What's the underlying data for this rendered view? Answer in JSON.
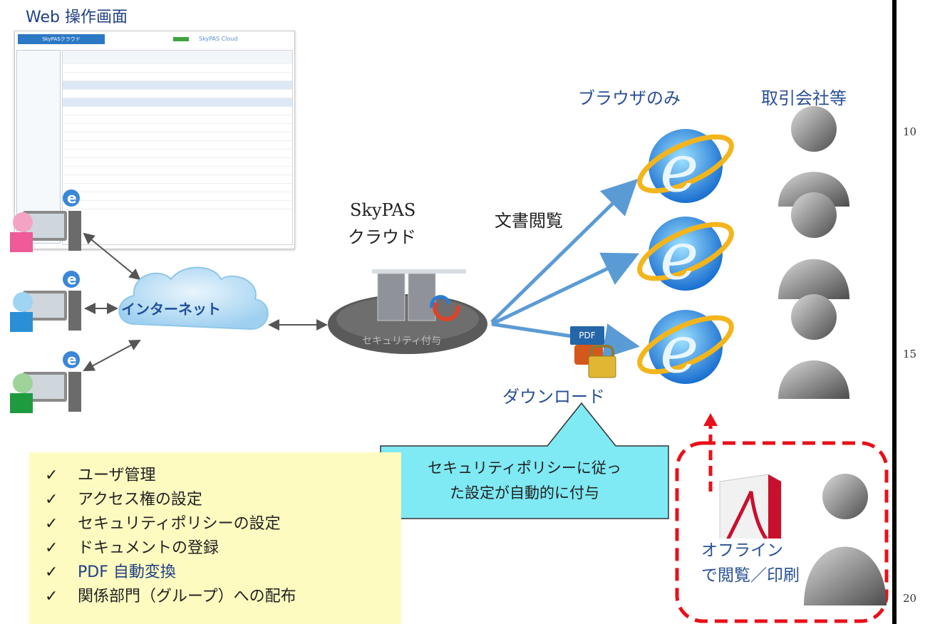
{
  "title": "Web 操作画面",
  "cloud": {
    "line1": "SkyPAS",
    "line2": "クラウド",
    "base_text": "セキュリティ付与"
  },
  "internet_label": "インターネット",
  "doc_view_label": "文書閲覧",
  "browser_only_label": "ブラウザのみ",
  "partners_label": "取引会社等",
  "download_label": "ダウンロード",
  "pdf_badge": "PDF",
  "callout": {
    "line1": "セキュリティポリシーに従っ",
    "line2": "た設定が自動的に付与"
  },
  "offline": {
    "line1": "オフライン",
    "line2": "で閲覧／印刷"
  },
  "features": [
    "ユーザ管理",
    "アクセス権の設定",
    "セキュリティポリシーの設定",
    "ドキュメントの登録",
    "PDF 自動変換",
    "関係部門（グループ）への配布"
  ],
  "check_mark": "✓",
  "line_numbers": [
    "10",
    "15",
    "20"
  ],
  "thumbnail": {
    "header": "SkyPASクラウド",
    "logo": "SkyPAS Cloud"
  },
  "colors": {
    "arrow_blue": "#5b9bd5",
    "arrow_gray": "#555555",
    "callout_fill": "#7fe9f4",
    "note_fill": "#fdfbc0",
    "dash_red": "#e8101a"
  }
}
